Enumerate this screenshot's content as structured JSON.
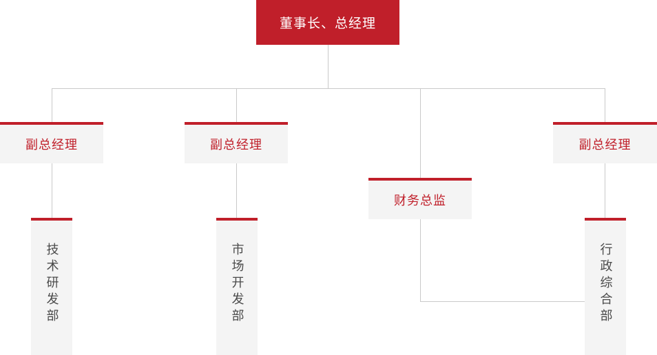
{
  "chart": {
    "title_text": "董事长、总经理",
    "colors": {
      "accent_red": "#c01f2a",
      "box_fill": "#f4f4f4",
      "connector": "#c9c9c9",
      "dept_text": "#4a4a4a",
      "root_text": "#ffffff"
    }
  },
  "root": {
    "label": "董事长、总经理"
  },
  "level2": [
    {
      "label": "副总经理"
    },
    {
      "label": "副总经理"
    },
    {
      "label": "财务总监"
    },
    {
      "label": "副总经理"
    }
  ],
  "departments": [
    {
      "label": "技术研发部"
    },
    {
      "label": "市场开发部"
    },
    {
      "label": "行政综合部"
    }
  ]
}
